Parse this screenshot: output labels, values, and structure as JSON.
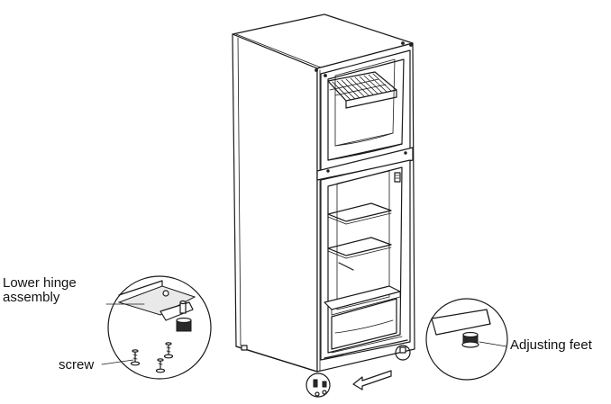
{
  "labels": {
    "lower_hinge_line1": "Lower hinge",
    "lower_hinge_line2": "assembly",
    "screw": "screw",
    "adjusting_feet": "Adjusting feet"
  },
  "colors": {
    "ink": "#1a1a1a",
    "background": "#ffffff"
  }
}
